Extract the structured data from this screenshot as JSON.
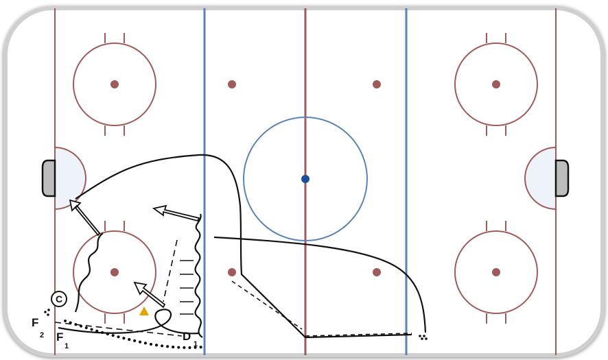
{
  "diagram": {
    "colors": {
      "board": "#cfcfcf",
      "ice": "#ffffff",
      "red_line": "#a05a5a",
      "blue_line": "#5b84b4",
      "center_dot": "#1d4fa0",
      "crease": "#eef3f9",
      "drill_line": "#111111",
      "cone": "#e8a200",
      "net": "#bdbdbd"
    },
    "labels": {
      "coach": "C",
      "f2_letter": "F",
      "f2_sub": "2",
      "f1_letter": "F",
      "f1_sub": "1",
      "d1_letter": "D",
      "d1_sub": "1"
    },
    "icons": [
      "cone-icon",
      "pass-arrow-icon",
      "puck-pile-icon"
    ]
  }
}
